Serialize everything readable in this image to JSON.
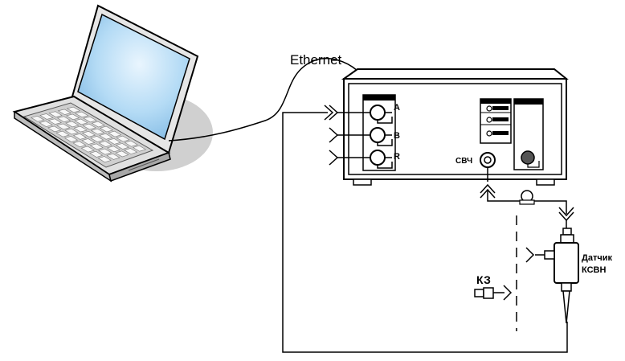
{
  "labels": {
    "ethernet": "Ethernet",
    "port_a": "A",
    "port_b": "B",
    "port_r": "R",
    "svch": "СВЧ",
    "sensor_line1": "Датчик",
    "sensor_line2": "КСВН",
    "short_circuit": "КЗ"
  },
  "colors": {
    "screen": "#a9d3f1",
    "screen_glare": "#e4f2fd",
    "laptop_body": "#dcdcdc",
    "shadow": "#cfcfcf",
    "line": "#000000",
    "knob": "#555555"
  },
  "icons": [
    "laptop-icon",
    "instrument-icon",
    "cable-connector-icon",
    "vswr-sensor-icon",
    "short-circuit-load-icon"
  ]
}
